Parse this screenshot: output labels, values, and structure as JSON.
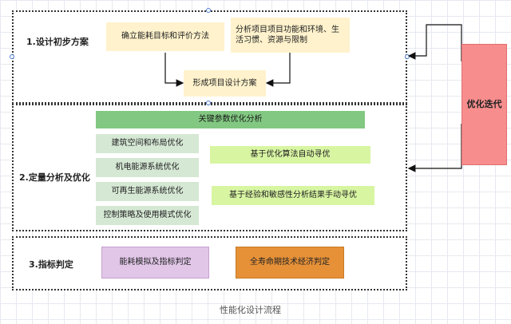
{
  "stages": {
    "s1_label": "1.设计初步方案",
    "s2_label": "2.定量分析及优化",
    "s3_label": "3.指标判定"
  },
  "nodes": {
    "energy_goal": "确立能耗目标和评价方法",
    "project_analysis": "分析项目项目功能和环境、生活习惯、资源与限制",
    "form_plan": "形成项目设计方案",
    "key_param": "关键参数优化分析",
    "building_space": "建筑空间和布局优化",
    "mep_system": "机电能源系统优化",
    "renewable": "可再生能源系统优化",
    "control_strategy": "控制策略及使用模式优化",
    "auto_opt": "基于优化算法自动寻优",
    "manual_opt": "基于经验和敏感性分析结果手动寻优",
    "energy_sim": "能耗模拟及指标判定",
    "lifecycle_eval": "全寿命期技术经济判定",
    "iteration": "优化迭代"
  },
  "caption": "性能化设计流程"
}
